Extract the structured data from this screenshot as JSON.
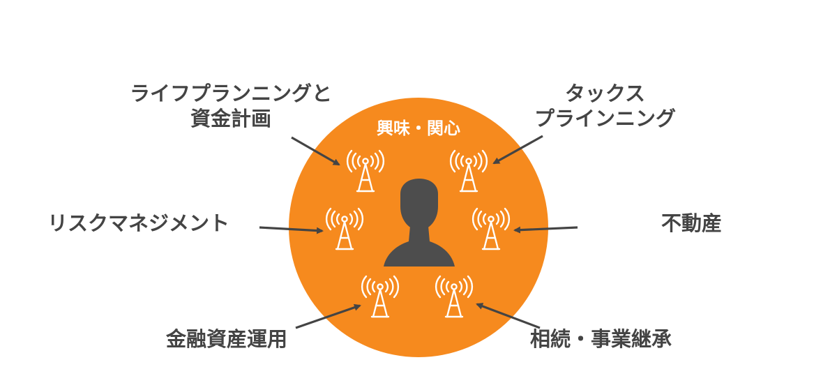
{
  "colors": {
    "circle": "#f68a1e",
    "text": "#444444",
    "arrow": "#444444",
    "antenna": "#ffffff",
    "person": "#4d4d4d"
  },
  "center": {
    "title": "興味・関心",
    "icon": "person-silhouette-icon",
    "antenna_icon": "radio-tower-icon"
  },
  "topics": {
    "life_planning": {
      "line1": "ライフプランニングと",
      "line2": "資金計画"
    },
    "tax_planning": {
      "line1": "タックス",
      "line2": "プラインニング"
    },
    "risk_management": {
      "line1": "リスクマネジメント"
    },
    "real_estate": {
      "line1": "不動産"
    },
    "asset_management": {
      "line1": "金融資産運用"
    },
    "inheritance": {
      "line1": "相続・事業継承"
    }
  }
}
